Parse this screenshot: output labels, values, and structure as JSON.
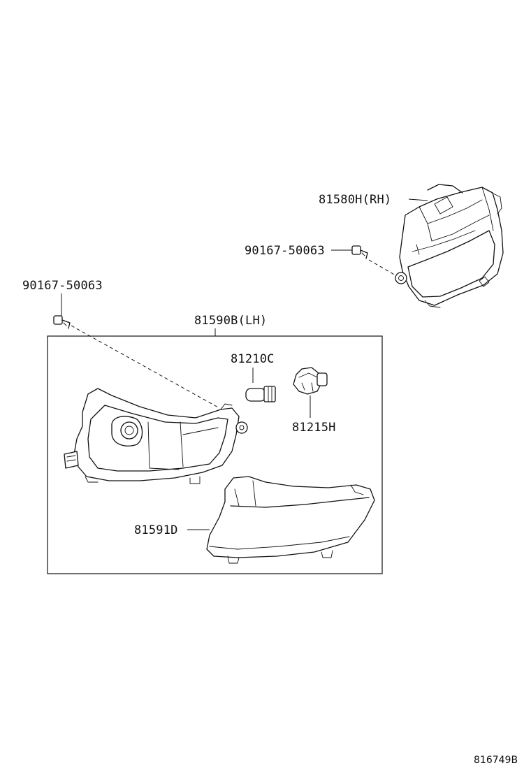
{
  "labels": {
    "rh_lamp": "81580H(RH)",
    "screw_rh": "90167-50063",
    "screw_lh": "90167-50063",
    "lh_assy": "81590B(LH)",
    "bulb": "81210C",
    "socket": "81215H",
    "lens": "81591D",
    "diagram_id": "816749B"
  }
}
